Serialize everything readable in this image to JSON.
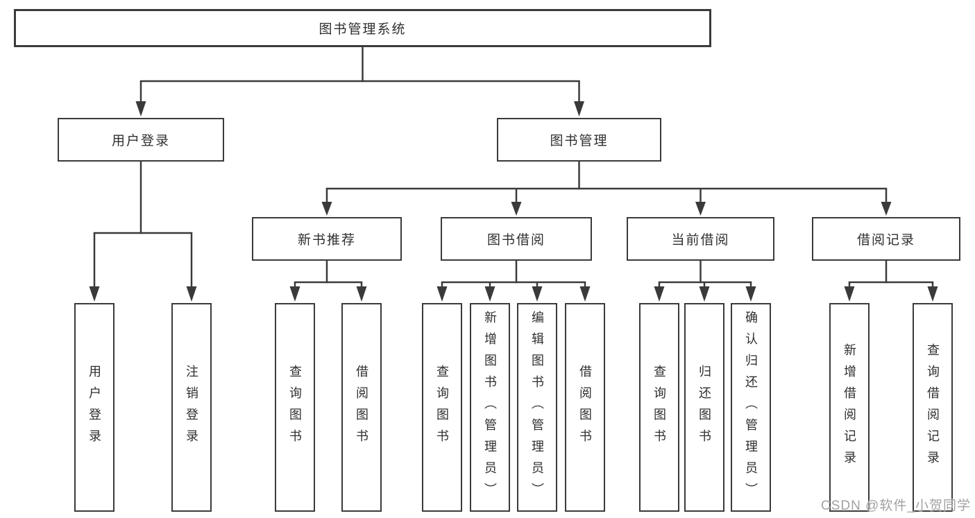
{
  "colors": {
    "line": "#3a3a3a",
    "text": "#2f2f2f",
    "box_fill": "#ffffff",
    "watermark": "#a2a2a2",
    "background": "#ffffff"
  },
  "watermark": {
    "text": "CSDN @软件_小贺同学"
  },
  "nodes": {
    "root": {
      "label": "图书管理系统"
    },
    "user_login": {
      "label": "用户登录"
    },
    "book_mgmt": {
      "label": "图书管理"
    },
    "new_book_rec": {
      "label": "新书推荐"
    },
    "book_borrow": {
      "label": "图书借阅"
    },
    "current_borrow": {
      "label": "当前借阅"
    },
    "borrow_records": {
      "label": "借阅记录"
    },
    "leaf_user_login": {
      "label": "用户登录"
    },
    "leaf_logout": {
      "label": "注销登录"
    },
    "leaf_query_book_1": {
      "label": "查询图书"
    },
    "leaf_borrow_book_1": {
      "label": "借阅图书"
    },
    "leaf_query_book_2": {
      "label": "查询图书"
    },
    "leaf_add_book": {
      "label": "新增图书（管理员）"
    },
    "leaf_edit_book": {
      "label": "编辑图书（管理员）"
    },
    "leaf_borrow_book_2": {
      "label": "借阅图书"
    },
    "leaf_query_book_3": {
      "label": "查询图书"
    },
    "leaf_return_book": {
      "label": "归还图书"
    },
    "leaf_confirm_return": {
      "label": "确认归还（管理员）"
    },
    "leaf_add_record": {
      "label": "新增借阅记录"
    },
    "leaf_query_record": {
      "label": "查询借阅记录"
    }
  }
}
